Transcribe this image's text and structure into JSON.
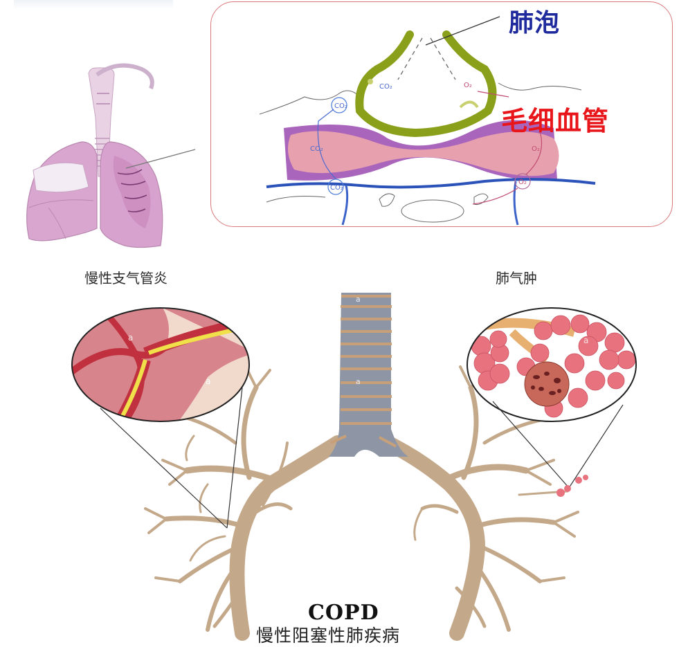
{
  "callout": {
    "alveolus_label": "肺泡",
    "capillary_label": "毛细血管",
    "gas_labels": {
      "co2": "CO₂",
      "o2": "O₂"
    }
  },
  "left_illustration": {
    "caption": "慢性支气管炎"
  },
  "right_illustration": {
    "caption": "肺气肿"
  },
  "footer": {
    "title": "COPD",
    "subtitle": "慢性阻塞性肺疾病"
  },
  "watermark": "a",
  "colors": {
    "callout_border": "#d9777a",
    "alveolus_label": "#1f2a9c",
    "capillary_label": "#e8161b",
    "alveolus_wall": "#8aa01a",
    "capillary_fill": "#e39aa8",
    "capillary_edge": "#8a3a9a",
    "vein_blue": "#2a52b8",
    "bronchi": "#c4a88a",
    "trachea_rings": "#8e96a6",
    "lung_pink": "#c98ab8",
    "emphysema_pink": "#e8737f",
    "bronchitis_red": "#c8304a",
    "mucus_yellow": "#f0e04a"
  }
}
